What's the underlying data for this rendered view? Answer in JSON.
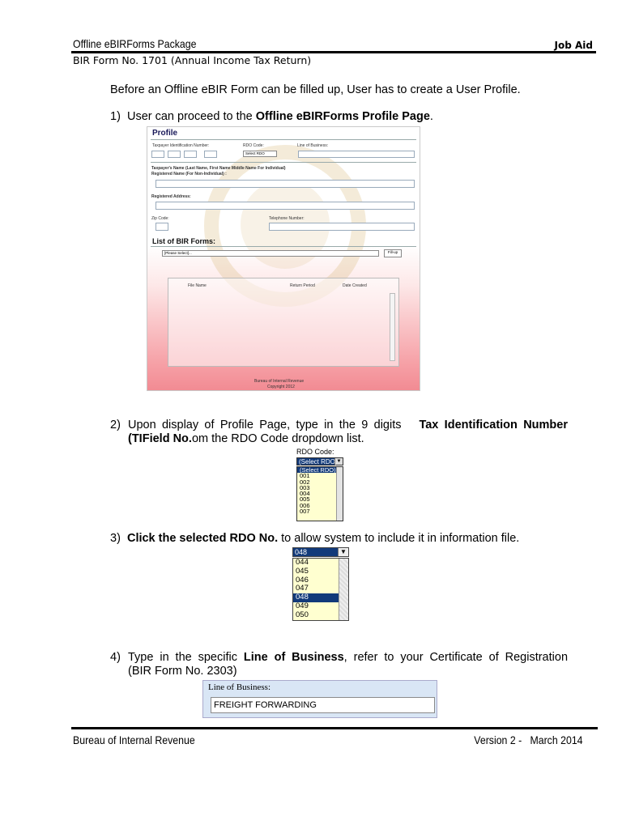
{
  "header": {
    "left_title": "Offline eBIRForms Package",
    "right_title": "Job Aid",
    "subtitle": "BIR Form No. 1701 (Annual Income Tax Return)"
  },
  "intro": "Before an Offline eBIR Form can be filled up, User has to create a User Profile.",
  "steps": [
    {
      "num": "1)",
      "pre": "User can proceed to the ",
      "bold": "Offline eBIRForms Profile Page",
      "post": "."
    },
    {
      "num": "2)",
      "pre": "Upon display of Profile Page, type in the 9 digits ",
      "bold": "Tax Identification Number (TIField No.",
      "post": "om the RDO Code dropdown list."
    },
    {
      "num": "3)",
      "bold": "Click the selected RDO No.",
      "post": " to allow system to include it in information file."
    },
    {
      "num": "4)",
      "pre": "Type in the specific ",
      "bold": "Line of Business",
      "post": ", refer to your Certificate of Registration",
      "line2": "(BIR Form No. 2303)"
    }
  ],
  "profile_screen": {
    "title": "Profile",
    "tin_label": "Taxpayer Identification Number:",
    "rdo_label": "RDO Code:",
    "rdo_select": "Select RDO",
    "lob_label": "Line of Business:",
    "name_label": "Taxpayer's Name (Last Name, First Name Middle Name For Individual)",
    "reg_name_label": "Registered Name (For Non-Individual) :",
    "address_label": "Registered Address:",
    "zip_label": "Zip Code:",
    "phone_label": "Telephone Number:",
    "forms_title": "List of BIR Forms:",
    "forms_select": "[Please Select]...",
    "fillup_button": "Fill-up",
    "columns": [
      "File Name",
      "Return Period",
      "Date Created"
    ],
    "footer1": "Bureau of Internal Revenue",
    "footer2": "Copyright 2012"
  },
  "rdo_dropdown_1": {
    "label": "RDO Code:",
    "selected": "(Select RDO)",
    "items": [
      "(Select RDO)",
      "001",
      "002",
      "003",
      "004",
      "005",
      "006",
      "007"
    ]
  },
  "rdo_dropdown_2": {
    "selected": "048",
    "items": [
      "044",
      "045",
      "046",
      "047",
      "048",
      "049",
      "050"
    ]
  },
  "line_of_business": {
    "label": "Line of Business:",
    "value": "FREIGHT FORWARDING"
  },
  "footer": {
    "left": "Bureau of Internal Revenue",
    "right": "Version 2 -   March 2014"
  }
}
